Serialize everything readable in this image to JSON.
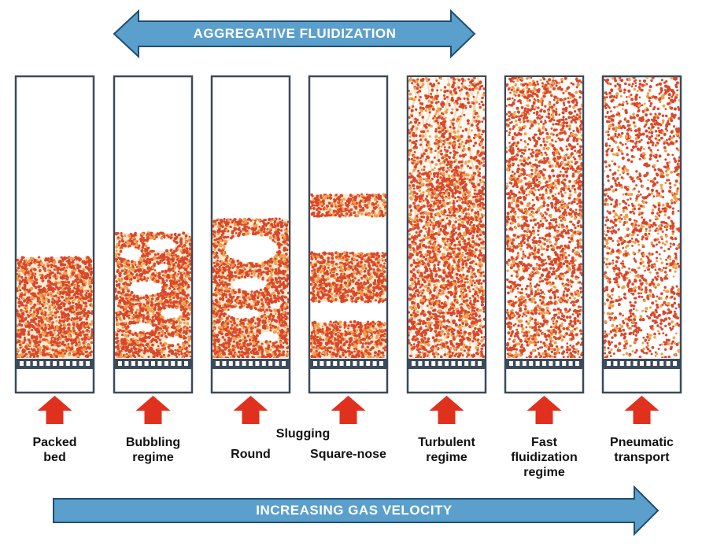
{
  "banners": {
    "top": "AGGREGATIVE  FLUIDIZATION",
    "bottom": "INCREASING GAS VELOCITY"
  },
  "colors": {
    "arrow_fill": "#5b9fcc",
    "arrow_stroke": "#1f4e73",
    "column_border": "#3a4a5c",
    "particle_red": "#d9472b",
    "particle_orange": "#f0a04b",
    "particle_bg": "#fbe9d2",
    "gas_arrow": "#e0301e"
  },
  "group_label": "Slugging",
  "regimes": [
    {
      "id": "packed-bed",
      "lines": [
        "Packed",
        "bed"
      ]
    },
    {
      "id": "bubbling",
      "lines": [
        "Bubbling",
        "regime"
      ]
    },
    {
      "id": "round-slugging",
      "lines": [
        "Round"
      ]
    },
    {
      "id": "square-nose-slugging",
      "lines": [
        "Square-nose"
      ]
    },
    {
      "id": "turbulent",
      "lines": [
        "Turbulent",
        "regime"
      ]
    },
    {
      "id": "fast-fluidization",
      "lines": [
        "Fast",
        "fluidization",
        "regime"
      ]
    },
    {
      "id": "pneumatic-transport",
      "lines": [
        "Pneumatic",
        "transport"
      ]
    }
  ]
}
